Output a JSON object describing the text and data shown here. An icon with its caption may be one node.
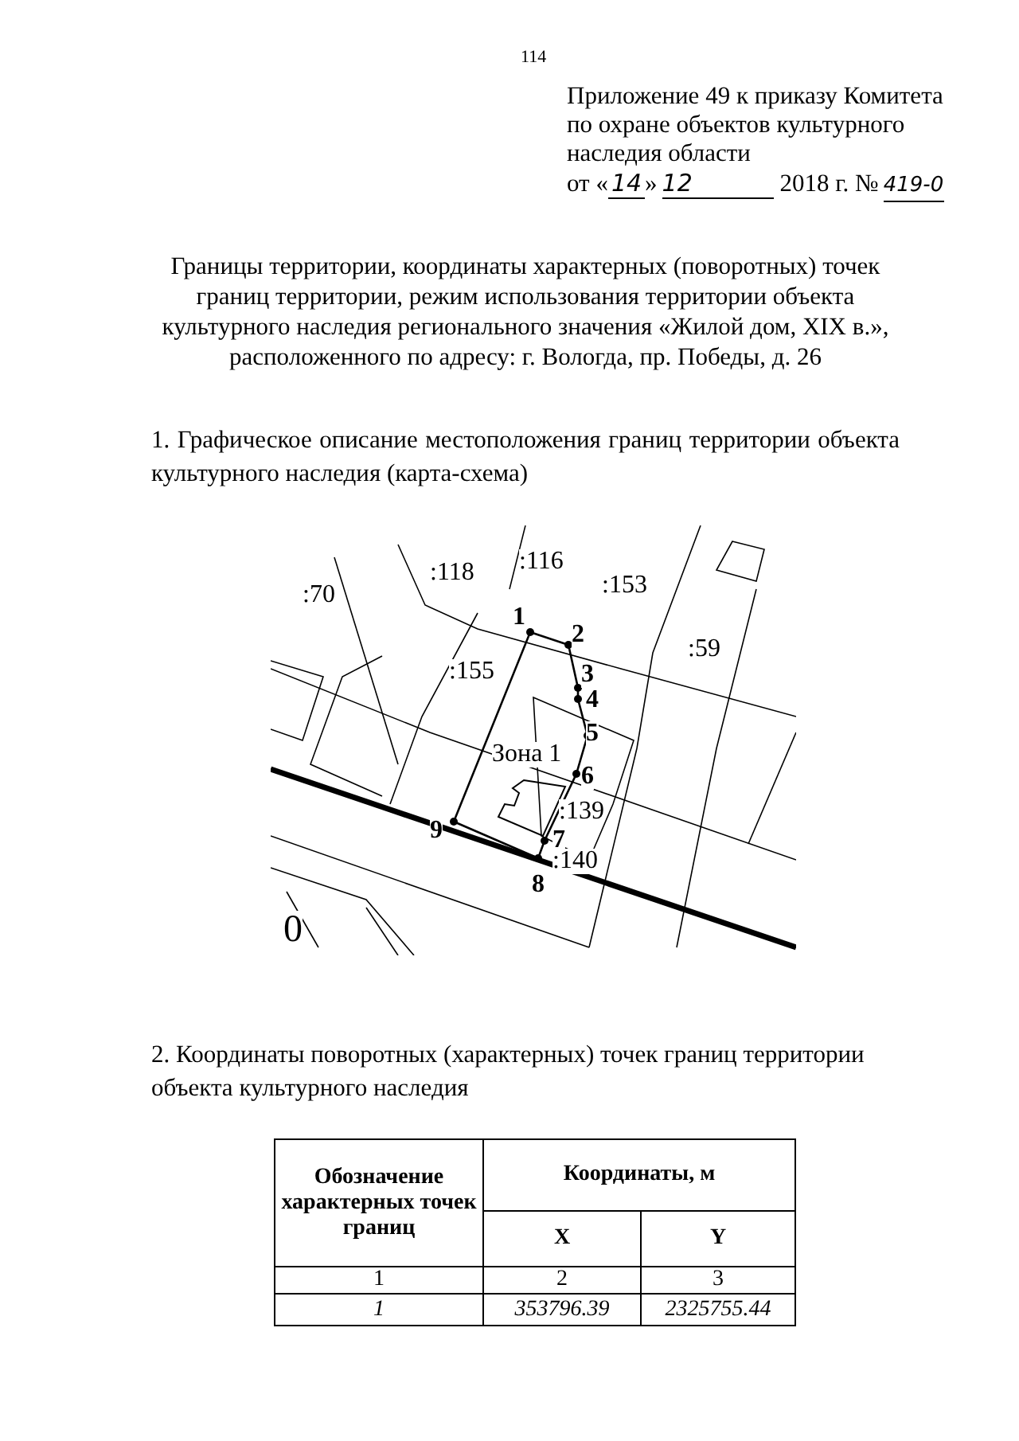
{
  "diagram": {
    "title": "Границы территории, координаты характерных (поворотных) точек границ территории, режим использования территории объекта культурного наследия регионального значения «Жилой дом, XIX в.», расположенного по адресу: г. Вологда, пр. Победы, д. 26",
    "labels": [
      "114",
      "Приложение 49 к приказу Комитета по охране объектов культурного наследия области",
      "от «",
      "14",
      "»",
      "12",
      "2018 г. №",
      "419-0",
      "1. Графическое описание местоположения границ территории объекта культурного наследия (карта-схема)",
      ":118",
      ":116",
      ":70",
      ":153",
      "1",
      "2",
      ":59",
      ":155",
      "3",
      "4",
      "5",
      "Зона 1",
      "6",
      ":139",
      "9",
      "7",
      ":140",
      "8",
      "0",
      "2. Координаты поворотных (характерных) точек границ территории объекта культурного наследия",
      "Обозначение характерных точек границ",
      "Координаты, м",
      "X",
      "Y",
      "1",
      "2",
      "3",
      "1",
      "353796.39",
      "2325755.44"
    ]
  }
}
